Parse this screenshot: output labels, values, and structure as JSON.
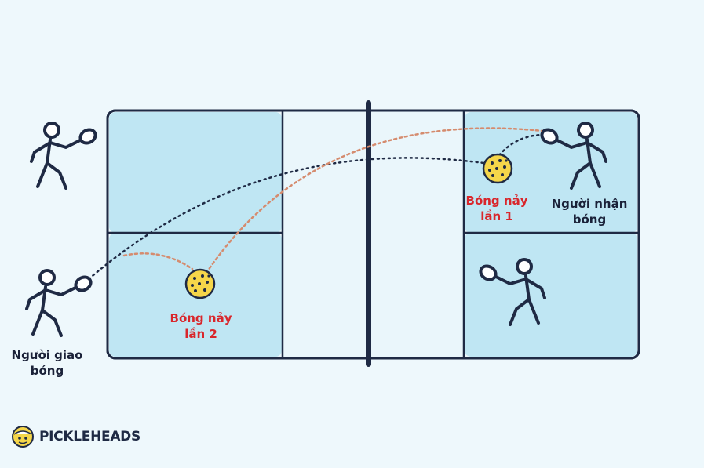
{
  "colors": {
    "background": "#eef8fc",
    "court_shaded": "#bfe6f3",
    "court_kitchen": "#eaf6fb",
    "line": "#1f2a44",
    "serve_path": "#1f2a44",
    "return_path": "#d58b6e",
    "ball": "#f5d64a",
    "label_red": "#d9262b"
  },
  "labels": {
    "server": "Người giao bóng",
    "receiver": "Người nhận bóng",
    "bounce_one": "Bóng nảy lần 1",
    "bounce_two": "Bóng nảy lần 2"
  },
  "logo": {
    "text": "PICKLEHEADS"
  },
  "icons": {
    "player": "player-with-paddle-icon",
    "ball": "pickleball-icon",
    "logo": "pickleheads-logo-icon"
  }
}
